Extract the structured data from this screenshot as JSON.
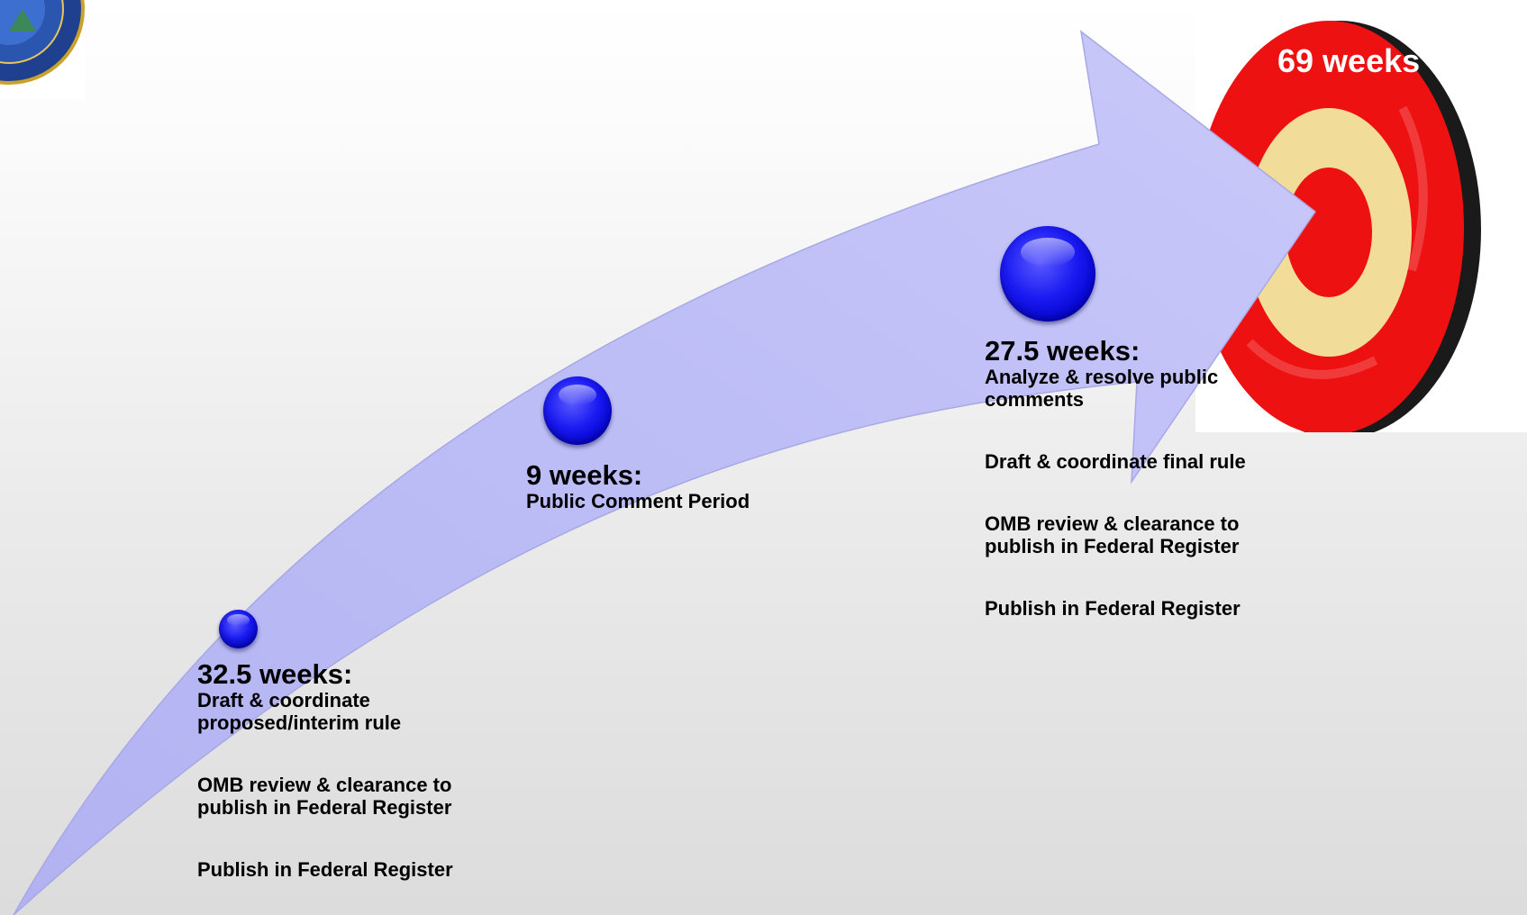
{
  "target": {
    "label": "69 weeks"
  },
  "stages": [
    {
      "weeks": "32.5 weeks:",
      "items": [
        "Draft & coordinate proposed/interim rule",
        "OMB review & clearance to publish in Federal Register",
        "Publish in Federal Register"
      ]
    },
    {
      "weeks": "9 weeks:",
      "items": [
        "Public Comment Period"
      ]
    },
    {
      "weeks": "27.5 weeks:",
      "items": [
        "Analyze & resolve public comments",
        "Draft & coordinate final rule",
        "OMB review & clearance to publish in Federal Register",
        "Publish in Federal Register"
      ]
    }
  ],
  "colors": {
    "arrow": "#c4c4f8",
    "node": "#0a0ae6",
    "target_red": "#ee1111",
    "target_tan": "#f2dc9a"
  }
}
